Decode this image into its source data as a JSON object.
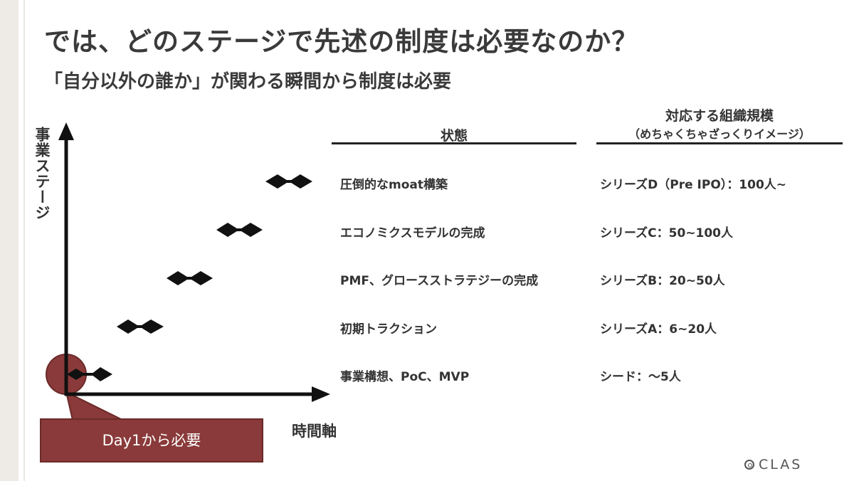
{
  "slide": {
    "title": "では、どのステージで先述の制度は必要なのか？",
    "subtitle": "「自分以外の誰か」が関わる瞬間から制度は必要"
  },
  "axes": {
    "y_label": "事業ステージ",
    "x_label": "時間軸"
  },
  "table": {
    "status_header": "状態",
    "scale_header": "対応する組織規模",
    "scale_subheader": "（めちゃくちゃざっくりイメージ）",
    "rows": [
      {
        "status": "圧倒的なmoat構築",
        "scale": "シリーズD（Pre IPO）：100人~"
      },
      {
        "status": "エコノミクスモデルの完成",
        "scale": "シリーズC：50~100人"
      },
      {
        "status": "PMF、グロースストラテジーの完成",
        "scale": "シリーズB：20~50人"
      },
      {
        "status": "初期トラクション",
        "scale": "シリーズA：6~20人"
      },
      {
        "status": "事業構想、PoC、MVP",
        "scale": "シード：〜5人"
      }
    ]
  },
  "callout": {
    "text": "Day1から必要"
  },
  "logo": {
    "text": "CLAS"
  },
  "colors": {
    "callout": "#8a3a3a",
    "marker": "#111111",
    "axis": "#111111",
    "left_band": "#eeeae6"
  }
}
